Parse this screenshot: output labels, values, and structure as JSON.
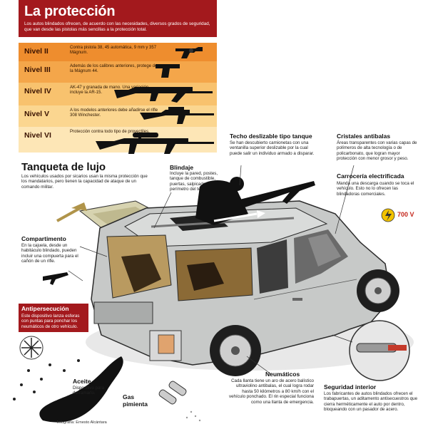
{
  "header": {
    "title": "La protección",
    "intro": "Los autos blindados ofrecen, de acuerdo con las necesidades, diversos grados de seguridad, que van desde las pistolas más sencillas a la protección total."
  },
  "levels": [
    {
      "title": "Nivel II",
      "desc": "Contra pistola 38, 45 automática, 9 mm y 357 Mágnum."
    },
    {
      "title": "Nivel III",
      "desc": "Además de los calibres anteriores, protege de la Mágnum 44."
    },
    {
      "title": "Nivel IV",
      "desc": "AK-47 y granada de mano. Una variación incluye la AR-15."
    },
    {
      "title": "Nivel V",
      "desc": "A los modelos anteriores debe añadirse el rifle 308 Winchester."
    },
    {
      "title": "Nivel VI",
      "desc": "Protección contra todo tipo de proyectiles."
    }
  ],
  "tanqueta": {
    "title": "Tanqueta de lujo",
    "text": "Los vehículos usados por sicarios usan la misma protección que los mandatarios, pero tienen la capacidad de ataque de un comando militar."
  },
  "blindaje": {
    "title": "Blindaje",
    "text": "Incluye la pared, postes, tanque de combustible, puertas, salpicaderas y perímetro del techo."
  },
  "techo": {
    "title": "Techo deslizable tipo tanque",
    "text": "Se han descubierto camionetas con una ventanilla superior deslizable por la cual puede salir un individuo armado a disparar."
  },
  "cristales": {
    "title": "Cristales antibalas",
    "text": "Áreas transparentes con varias capas de polímeros de alta tecnología o de policarbonato, que logran mayor protección con menor grosor y peso."
  },
  "carroceria": {
    "title": "Carrocería electrificada",
    "text": "Manda una descarga cuando se toca el vehículo. Esto no lo ofrecen las blindadoras comerciales.",
    "voltage": "700 V"
  },
  "compartimento": {
    "title": "Compartimento",
    "text": "En la cajuela, desde un habitáculo blindado, pueden incluir una compuerta para el cañón de un rifle."
  },
  "antipersecucion": {
    "title": "Antipersecución",
    "text": "Este dispositivo lanza esferas con puntas para ponchar los neumáticos de otro vehículo."
  },
  "aceite": {
    "title": "Aceite",
    "text": "Dispositivo para derramarlo."
  },
  "gas": {
    "title": "Gas pimienta"
  },
  "neumaticos": {
    "title": "Neumáticos",
    "text": "Cada llanta tiene un aro de acero balístico ultraviolino antibalas, el cual logra rodar hasta 50 kilómetros a 80 km/h con el vehículo ponchado. El rin especial funciona como una llanta de emergencia."
  },
  "seguridad": {
    "title": "Seguridad interior",
    "text": "Los fabricantes de autos blindados ofrecen el trabapuertas, un aditamento antisecuestros que cierra herméticamente el auto por dentro, bloqueando con un pasador de acero."
  },
  "credit": "Infografía: Ernesto Alcántara",
  "colors": {
    "header": "#a3191d",
    "level_2": "#ee8d2e",
    "level_3": "#f4a64a",
    "level_4": "#f8c26e",
    "level_5": "#fbd690",
    "level_6": "#fde6b6",
    "car_body": "#c7c9c8",
    "accent_yellow": "#f2c200"
  }
}
